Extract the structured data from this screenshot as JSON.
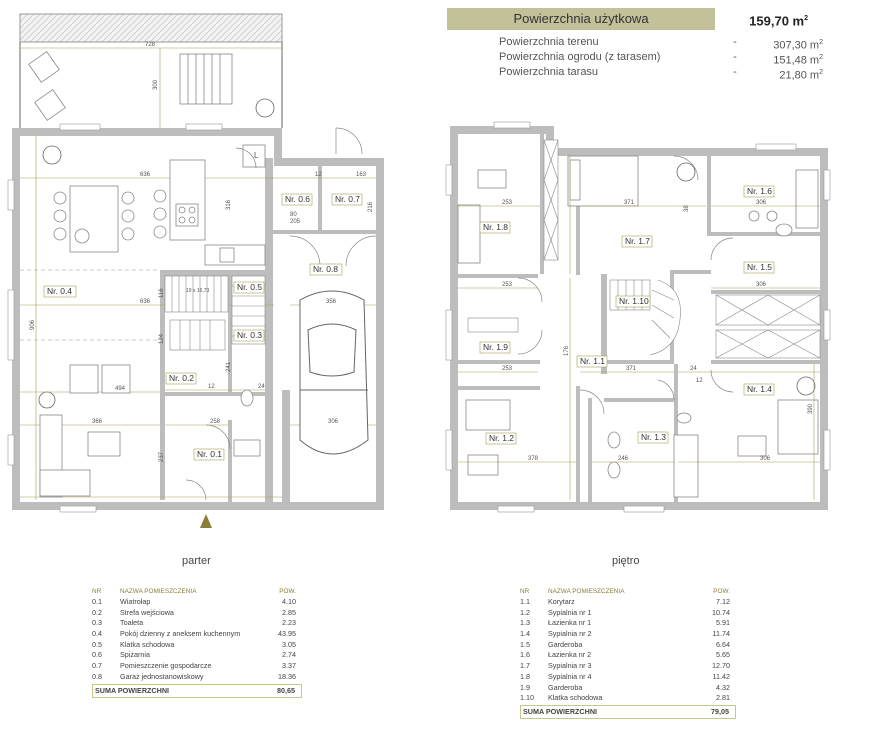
{
  "header": {
    "title": "Powierzchnia użytkowa",
    "value": "159,70 m",
    "value_sup": "2",
    "rows": [
      {
        "label": "Powierzchnia terenu",
        "dash": "-",
        "value": "307,30 m",
        "sup": "2"
      },
      {
        "label": "Powierzchnia ogrodu (z tarasem)",
        "dash": "-",
        "value": "151,48 m",
        "sup": "2"
      },
      {
        "label": "Powierzchnia tarasu",
        "dash": "-",
        "value": "21,80 m",
        "sup": "2"
      }
    ]
  },
  "ground_floor": {
    "title": "parter",
    "room_labels": [
      "Nr. 0.1",
      "Nr. 0.2",
      "Nr. 0.3",
      "Nr. 0.4",
      "Nr. 0.5",
      "Nr. 0.6",
      "Nr. 0.7",
      "Nr. 0.8"
    ],
    "dims": [
      "728",
      "300",
      "636",
      "636",
      "494",
      "366",
      "258",
      "306",
      "356",
      "316",
      "216",
      "12",
      "80",
      "205",
      "237",
      "906",
      "124",
      "116",
      "163",
      "19 x 16,73",
      "241",
      "24",
      "12",
      "L"
    ],
    "table": {
      "col_nr": "NR",
      "col_name": "NAZWA POMIESZCZENIA",
      "col_pow": "POW.",
      "rows": [
        {
          "nr": "0.1",
          "name": "Wiatrołap",
          "pow": "4.10"
        },
        {
          "nr": "0.2",
          "name": "Strefa wejściowa",
          "pow": "2.85"
        },
        {
          "nr": "0.3",
          "name": "Toaleta",
          "pow": "2.23"
        },
        {
          "nr": "0.4",
          "name": "Pokój dzienny z aneksem kuchennym",
          "pow": "43.95"
        },
        {
          "nr": "0.5",
          "name": "Klatka schodowa",
          "pow": "3.05"
        },
        {
          "nr": "0.6",
          "name": "Spiżarnia",
          "pow": "2.74"
        },
        {
          "nr": "0.7",
          "name": "Pomieszczenie gospodarcze",
          "pow": "3.37"
        },
        {
          "nr": "0.8",
          "name": "Garaż jednostanowiskowy",
          "pow": "18.36"
        }
      ],
      "sum_label": "SUMA POWIERZCHNI",
      "sum_value": "80,65"
    }
  },
  "upper_floor": {
    "title": "piętro",
    "room_labels": [
      "Nr. 1.1",
      "Nr. 1.2",
      "Nr. 1.3",
      "Nr. 1.4",
      "Nr. 1.5",
      "Nr. 1.6",
      "Nr. 1.7",
      "Nr. 1.8",
      "Nr. 1.9",
      "Nr. 1.10"
    ],
    "dims": [
      "253",
      "371",
      "306",
      "306",
      "253",
      "253",
      "378",
      "371",
      "246",
      "306",
      "390",
      "38",
      "176",
      "24",
      "12"
    ],
    "table": {
      "col_nr": "NR",
      "col_name": "NAZWA POMIESZCZENIA",
      "col_pow": "POW.",
      "rows": [
        {
          "nr": "1.1",
          "name": "Korytarz",
          "pow": "7.12"
        },
        {
          "nr": "1.2",
          "name": "Sypialnia nr 1",
          "pow": "10.74"
        },
        {
          "nr": "1.3",
          "name": "Łazienka nr 1",
          "pow": "5.91"
        },
        {
          "nr": "1.4",
          "name": "Sypialnia nr 2",
          "pow": "11.74"
        },
        {
          "nr": "1.5",
          "name": "Garderoba",
          "pow": "6.64"
        },
        {
          "nr": "1.6",
          "name": "Łazienka nr 2",
          "pow": "5.65"
        },
        {
          "nr": "1.7",
          "name": "Sypialnia nr 3",
          "pow": "12.70"
        },
        {
          "nr": "1.8",
          "name": "Sypialnia nr 4",
          "pow": "11.42"
        },
        {
          "nr": "1.9",
          "name": "Garderoba",
          "pow": "4.32"
        },
        {
          "nr": "1.10",
          "name": "Klatka schodowa",
          "pow": "2.81"
        }
      ],
      "sum_label": "SUMA POWIERZCHNI",
      "sum_value": "79,05"
    }
  }
}
